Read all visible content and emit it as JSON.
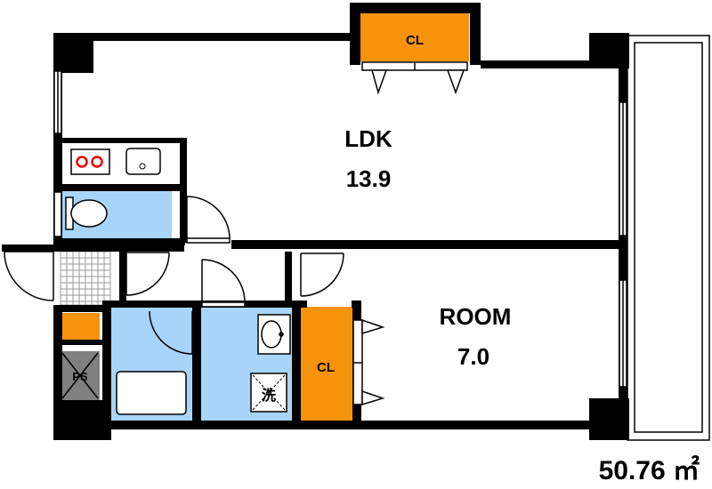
{
  "rooms": {
    "ldk": {
      "name": "LDK",
      "size": "13.9"
    },
    "room": {
      "name": "ROOM",
      "size": "7.0"
    }
  },
  "closets": {
    "top": "CL",
    "room": "CL"
  },
  "ps_label": "PS",
  "washer_label": "洗",
  "total_area": "50.76 ㎡",
  "colors": {
    "wall": "#000000",
    "wet_area": "#a9d4fa",
    "closet": "#f7920b",
    "ps": "#808080",
    "floor": "#ffffff"
  }
}
